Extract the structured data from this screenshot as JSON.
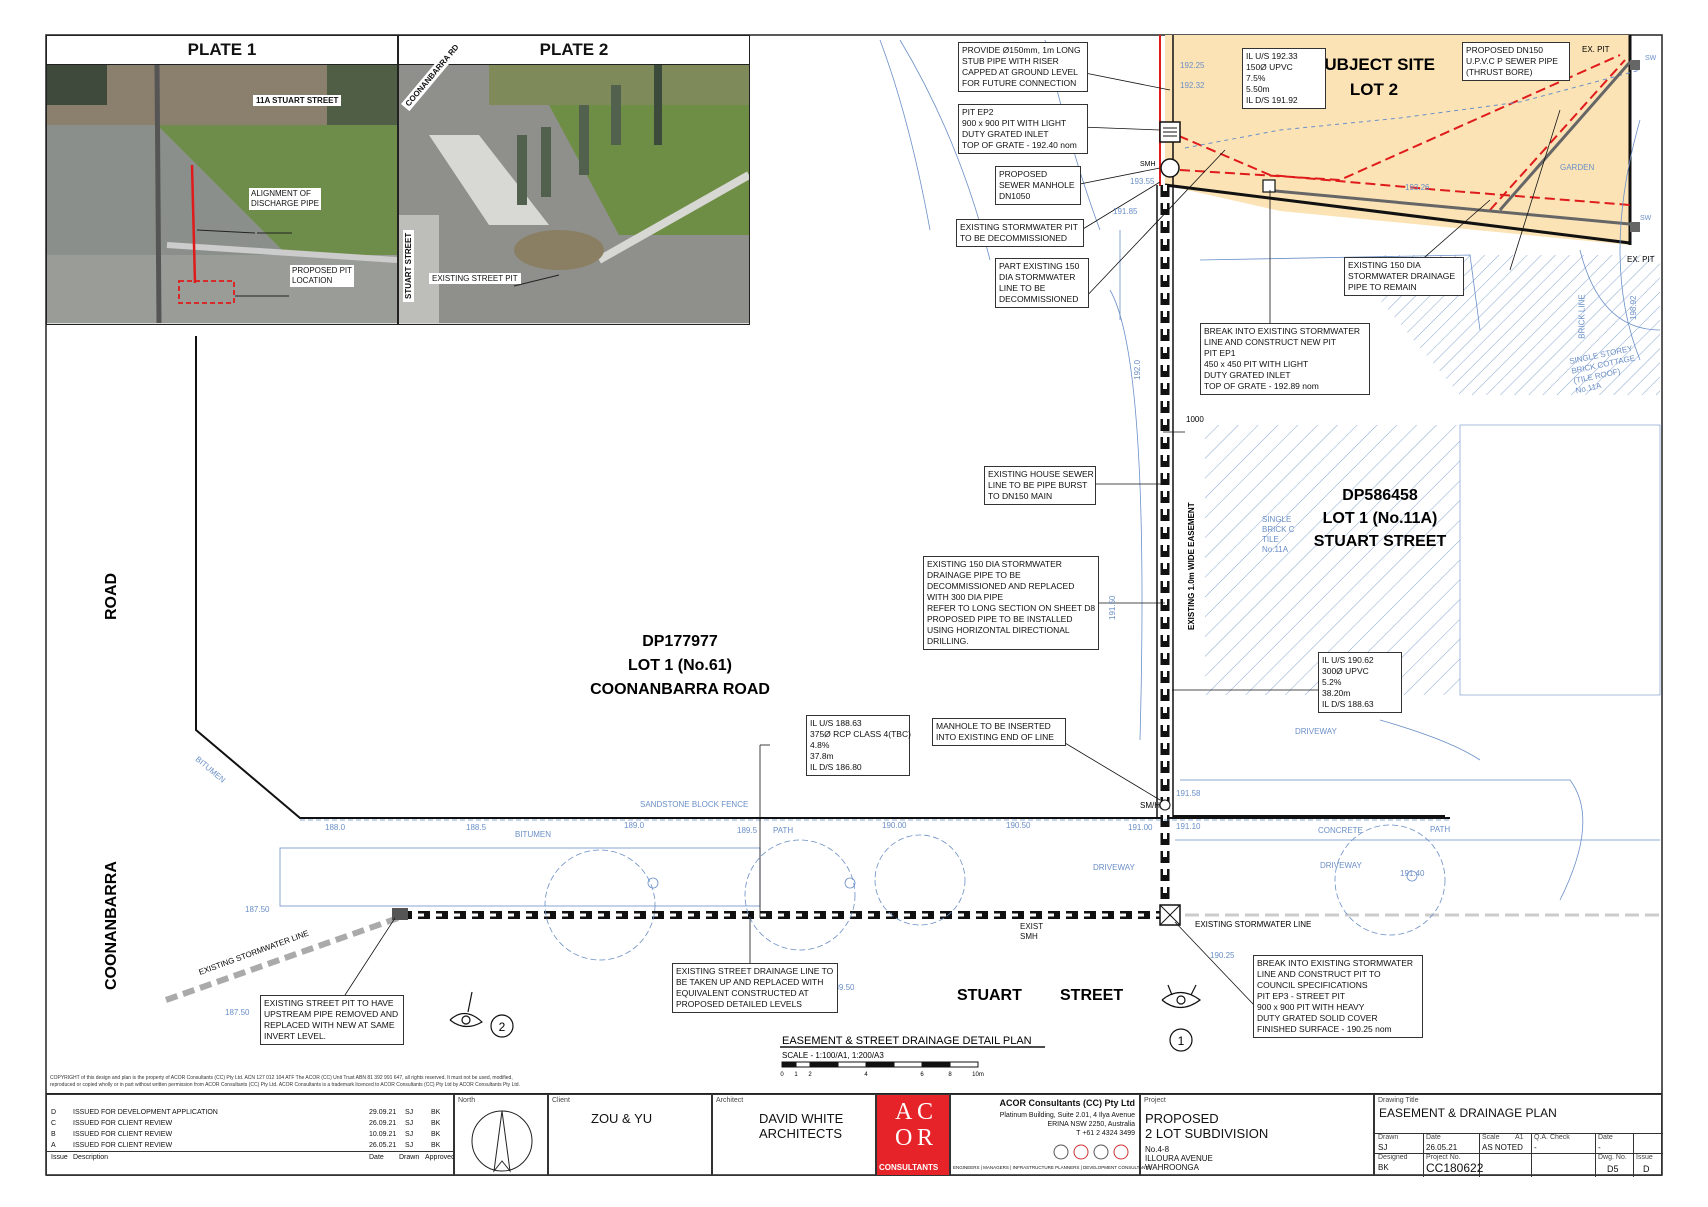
{
  "plates": [
    {
      "title": "PLATE 1",
      "labels": [
        "11A STUART STREET",
        "ALIGNMENT OF\nDISCHARGE PIPE",
        "PROPOSED PIT\nLOCATION"
      ]
    },
    {
      "title": "PLATE 2",
      "labels": [
        "COONANBARRA RD",
        "STUART STREET",
        "EXISTING STREET PIT"
      ]
    }
  ],
  "site": {
    "subject_title": "SUBJECT SITE",
    "subject_lot": "LOT 2",
    "lot1_dp": "DP586458",
    "lot1_name": "LOT 1 (No.11A)",
    "lot1_street": "STUART STREET",
    "coon_dp": "DP177977",
    "coon_name": "LOT 1 (No.61)",
    "coon_street": "COONANBARRA ROAD",
    "road_label_top": "ROAD",
    "road_label_bottom": "COONANBARRA",
    "stuart1": "STUART",
    "stuart2": "STREET",
    "easement": "EXISTING 1.0m WIDE EASEMENT"
  },
  "callouts": {
    "stub": "PROVIDE Ø150mm, 1m LONG\nSTUB PIPE WITH RISER\nCAPPED AT GROUND LEVEL\nFOR FUTURE CONNECTION",
    "pit_ep2": "PIT EP2\n900 x 900 PIT WITH LIGHT\nDUTY GRATED INLET\nTOP OF GRATE - 192.40 nom",
    "sewer_mh": "PROPOSED\nSEWER MANHOLE\nDN1050",
    "sw_pit": "EXISTING STORMWATER PIT\nTO BE DECOMMISSIONED",
    "part150": "PART EXISTING 150\nDIA STORMWATER\nLINE TO BE\nDECOMMISSIONED",
    "il_top": "IL U/S 192.33\n150Ø UPVC\n7.5%\n5.50m\nIL D/S 191.92",
    "dn150": "PROPOSED DN150\nU.P.V.C P SEWER PIPE\n(THRUST BORE)",
    "existing150": "EXISTING 150 DIA\nSTORMWATER DRAINAGE\nPIPE TO REMAIN",
    "break_ep1": "BREAK INTO EXISTING STORMWATER\nLINE AND CONSTRUCT NEW PIT\nPIT EP1\n450 x 450 PIT WITH LIGHT\nDUTY GRATED INLET\nTOP OF GRATE - 192.89 nom",
    "house_sewer": "EXISTING HOUSE SEWER\nLINE TO BE PIPE BURST\nTO DN150 MAIN",
    "existing150b": "EXISTING 150 DIA STORMWATER\nDRAINAGE PIPE TO BE\nDECOMMISSIONED AND REPLACED\nWITH 300 DIA PIPE\nREFER TO LONG SECTION ON SHEET D8\nPROPOSED PIPE TO BE INSTALLED\nUSING HORIZONTAL DIRECTIONAL\nDRILLING.",
    "il_mid": "IL U/S 190.62\n300Ø UPVC\n5.2%\n38.20m\nIL D/S 188.63",
    "manhole": "MANHOLE TO BE INSERTED\nINTO EXISTING END OF LINE",
    "il_low": "IL U/S 188.63\n375Ø RCP CLASS 4(TBC)\n4.8%\n37.8m\nIL D/S 186.80",
    "street_drain": "EXISTING STREET DRAINAGE LINE TO\nBE TAKEN UP AND REPLACED WITH\nEQUIVALENT CONSTRUCTED AT\nPROPOSED DETAILED LEVELS",
    "street_pit": "EXISTING STREET PIT TO HAVE\nUPSTREAM PIPE REMOVED AND\nREPLACED WITH NEW AT SAME\nINVERT LEVEL.",
    "break_ep3": "BREAK INTO EXISTING STORMWATER\nLINE AND CONSTRUCT PIT TO\nCOUNCIL SPECIFICATIONS\nPIT EP3 - STREET PIT\n900 x 900 PIT WITH HEAVY\nDUTY GRATED SOLID COVER\nFINISHED SURFACE - 190.25 nom"
  },
  "survey": {
    "ex_pit": "EX. PIT",
    "sw": "SW",
    "smh": "SMH",
    "smh2": "SM/H",
    "exist_smh": "EXIST\nSMH",
    "existing_sw_line": "EXISTING STORMWATER LINE",
    "existing_sw_line2": "EXISTING        STORMWATER    LINE",
    "sandstone": "SANDSTONE     BLOCK     FENCE",
    "bitumen": "BITUMEN",
    "bitumen2": "BITUMEN",
    "path": "PATH",
    "path2": "PATH",
    "concrete": "CONCRETE",
    "driveway1": "DRIVEWAY",
    "driveway2": "DRIVEWAY",
    "driveway3": "DRIVEWAY",
    "cottage": "SINGLE STOREY\nBRICK COTTAGE\n(TILE ROOF)\nNo.11A",
    "single_brick": "SINGLE\nBRICK C\nTILE\nNo.11A",
    "garden": "GARDEN",
    "brick_line": "BRICK LINE",
    "levels": [
      "188.0",
      "188.5",
      "189.0",
      "189.5",
      "190.00",
      "190.50",
      "191.00",
      "191.58",
      "191.10",
      "192.0",
      "191.50",
      "192.25",
      "192.32",
      "193.26",
      "187.50",
      "187.50",
      "189.50",
      "191.40",
      "190.25",
      "191.85",
      "193.55",
      "198.92"
    ],
    "dim_1000": "1000",
    "eye1": "1",
    "eye2": "2"
  },
  "scale": {
    "title": "EASEMENT & STREET DRAINAGE DETAIL PLAN",
    "subtitle": "SCALE - 1:100/A1, 1:200/A3",
    "ticks": [
      "0",
      "1",
      "2",
      "4",
      "6",
      "8",
      "10m"
    ]
  },
  "copyright": "COPYRIGHT of this design and plan is the property of ACOR Consultants (CC) Pty Ltd. ACN 127 012 104 ATF The ACOR (CC) Unit Trust ABN 81 392 991 647, all rights reserved. It must not be used, modified,\nreproduced or copied wholly or in part without written permission from ACOR Consultants (CC) Pty Ltd. ACOR Consultants is a trademark licenced to ACOR Consultants (CC) Pty Ltd by ACOR Consultants Pty Ltd.",
  "title_block": {
    "revisions": [
      {
        "issue": "D",
        "description": "ISSUED FOR DEVELOPMENT APPLICATION",
        "date": "29.09.21",
        "drawn": "SJ",
        "approved": "BK"
      },
      {
        "issue": "C",
        "description": "ISSUED FOR CLIENT REVIEW",
        "date": "26.09.21",
        "drawn": "SJ",
        "approved": "BK"
      },
      {
        "issue": "B",
        "description": "ISSUED FOR CLIENT REVIEW",
        "date": "10.09.21",
        "drawn": "SJ",
        "approved": "BK"
      },
      {
        "issue": "A",
        "description": "ISSUED FOR CLIENT REVIEW",
        "date": "26.05.21",
        "drawn": "SJ",
        "approved": "BK"
      }
    ],
    "rev_headers": {
      "issue": "Issue",
      "description": "Description",
      "date": "Date",
      "drawn": "Drawn",
      "approved": "Approved"
    },
    "north_label": "North",
    "client_label": "Client",
    "client": "ZOU & YU",
    "architect_label": "Architect",
    "architect": "DAVID WHITE\nARCHITECTS",
    "logo_letters": [
      "A",
      "C",
      "O",
      "R"
    ],
    "logo_word": "CONSULTANTS",
    "company": "ACOR Consultants (CC) Pty Ltd",
    "address": "Platinum Building, Suite 2.01, 4 Ilya Avenue\nERINA NSW 2250, Australia\nT +61 2 4324 3499",
    "disciplines": "ENGINEERS | MANAGERS | INFRASTRUCTURE PLANNERS | DEVELOPMENT CONSULTANTS",
    "project_label": "Project",
    "project": "PROPOSED\n2 LOT SUBDIVISION",
    "project_addr": "No.4-8\nILLOURA AVENUE\nWAHROONGA",
    "drawing_title_label": "Drawing Title",
    "drawing_title": "EASEMENT & DRAINAGE PLAN",
    "drawn_label": "Drawn",
    "drawn": "SJ",
    "date_label": "Date",
    "date": "26.05.21",
    "scale_label": "Scale",
    "scale_a": "A1",
    "scale_val": "AS NOTED",
    "qa_label": "Q.A. Check",
    "qa": "-",
    "date2_label": "Date",
    "date2": "-",
    "designed_label": "Designed",
    "designed": "BK",
    "projno_label": "Project No.",
    "projno": "CC180622",
    "dwgno_label": "Dwg. No.",
    "dwgno": "D5",
    "issue_label": "Issue",
    "issue": "D"
  },
  "colors": {
    "subject_fill": "#fbe3b6",
    "red": "#e01b1b",
    "blue": "#6a8fc7",
    "logo_red": "#e52329"
  }
}
